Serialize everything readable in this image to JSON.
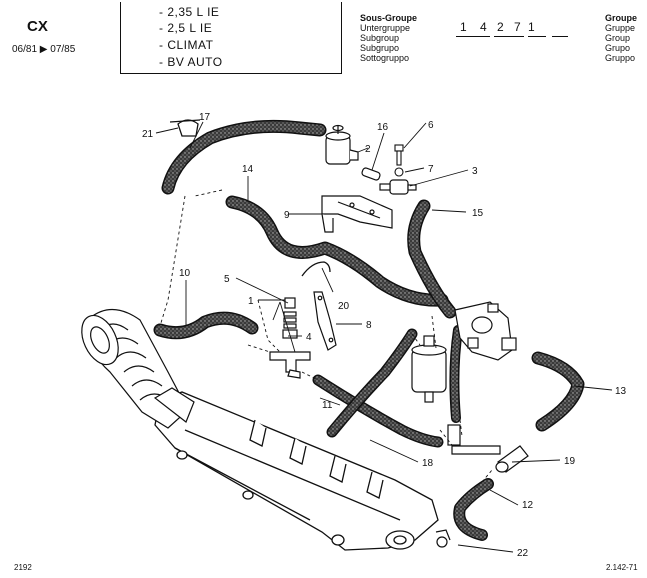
{
  "header": {
    "model": "CX",
    "years": "06/81 ▶ 07/85",
    "specs": [
      "- 2,35 L IE",
      "- 2,5 L IE",
      "- CLIMAT",
      "- BV AUTO"
    ],
    "subgroup_labels": [
      "Sous-Groupe",
      "Untergruppe",
      "Subgroup",
      "Subgrupo",
      "Sottogruppo"
    ],
    "group_labels": [
      "Groupe",
      "Gruppe",
      "Group",
      "Grupo",
      "Gruppo"
    ],
    "group_digits": [
      "1",
      "4",
      "2",
      "7",
      "1"
    ]
  },
  "callouts": [
    "1",
    "2",
    "3",
    "4",
    "5",
    "6",
    "7",
    "8",
    "9",
    "10",
    "11",
    "12",
    "13",
    "14",
    "15",
    "16",
    "17",
    "19",
    "20",
    "21",
    "22"
  ],
  "callout_18": "18",
  "footer": {
    "left": "2192",
    "right": "2.142-71"
  }
}
